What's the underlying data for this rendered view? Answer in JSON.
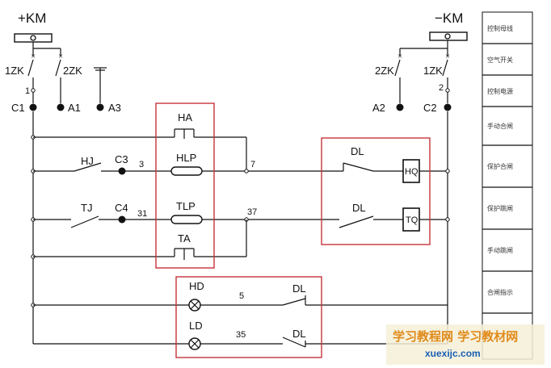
{
  "bus": {
    "pos": "+KM",
    "neg": "−KM"
  },
  "breakers": {
    "left1": "1ZK",
    "left2": "2ZK",
    "right2": "2ZK",
    "right1": "1ZK"
  },
  "nodes": {
    "n1": "1",
    "n2": "2"
  },
  "terminals": {
    "c1": "C1",
    "a1": "A1",
    "a3": "A3",
    "a2": "A2",
    "c2": "C2",
    "c3": "C3",
    "c4": "C4"
  },
  "wires": {
    "w3": "3",
    "w7": "7",
    "w31": "31",
    "w37": "37",
    "w5": "5",
    "w35": "35"
  },
  "devices": {
    "ha": "HA",
    "hj": "HJ",
    "hlp": "HLP",
    "tj": "TJ",
    "tlp": "TLP",
    "ta": "TA",
    "dl_close": "DL",
    "dl_trip": "DL",
    "hq": "HQ",
    "tq": "TQ",
    "hd": "HD",
    "ld": "LD",
    "dl_hd": "DL",
    "dl_ld": "DL"
  },
  "legend": [
    "控制母线",
    "空气开关",
    "控制电源",
    "手动合闸",
    "保护合闸",
    "保护跳闸",
    "手动跳闸",
    "合闸指示"
  ],
  "watermark": {
    "line1": "学习教程网  学习教材网",
    "line2": "xuexijc.com"
  }
}
